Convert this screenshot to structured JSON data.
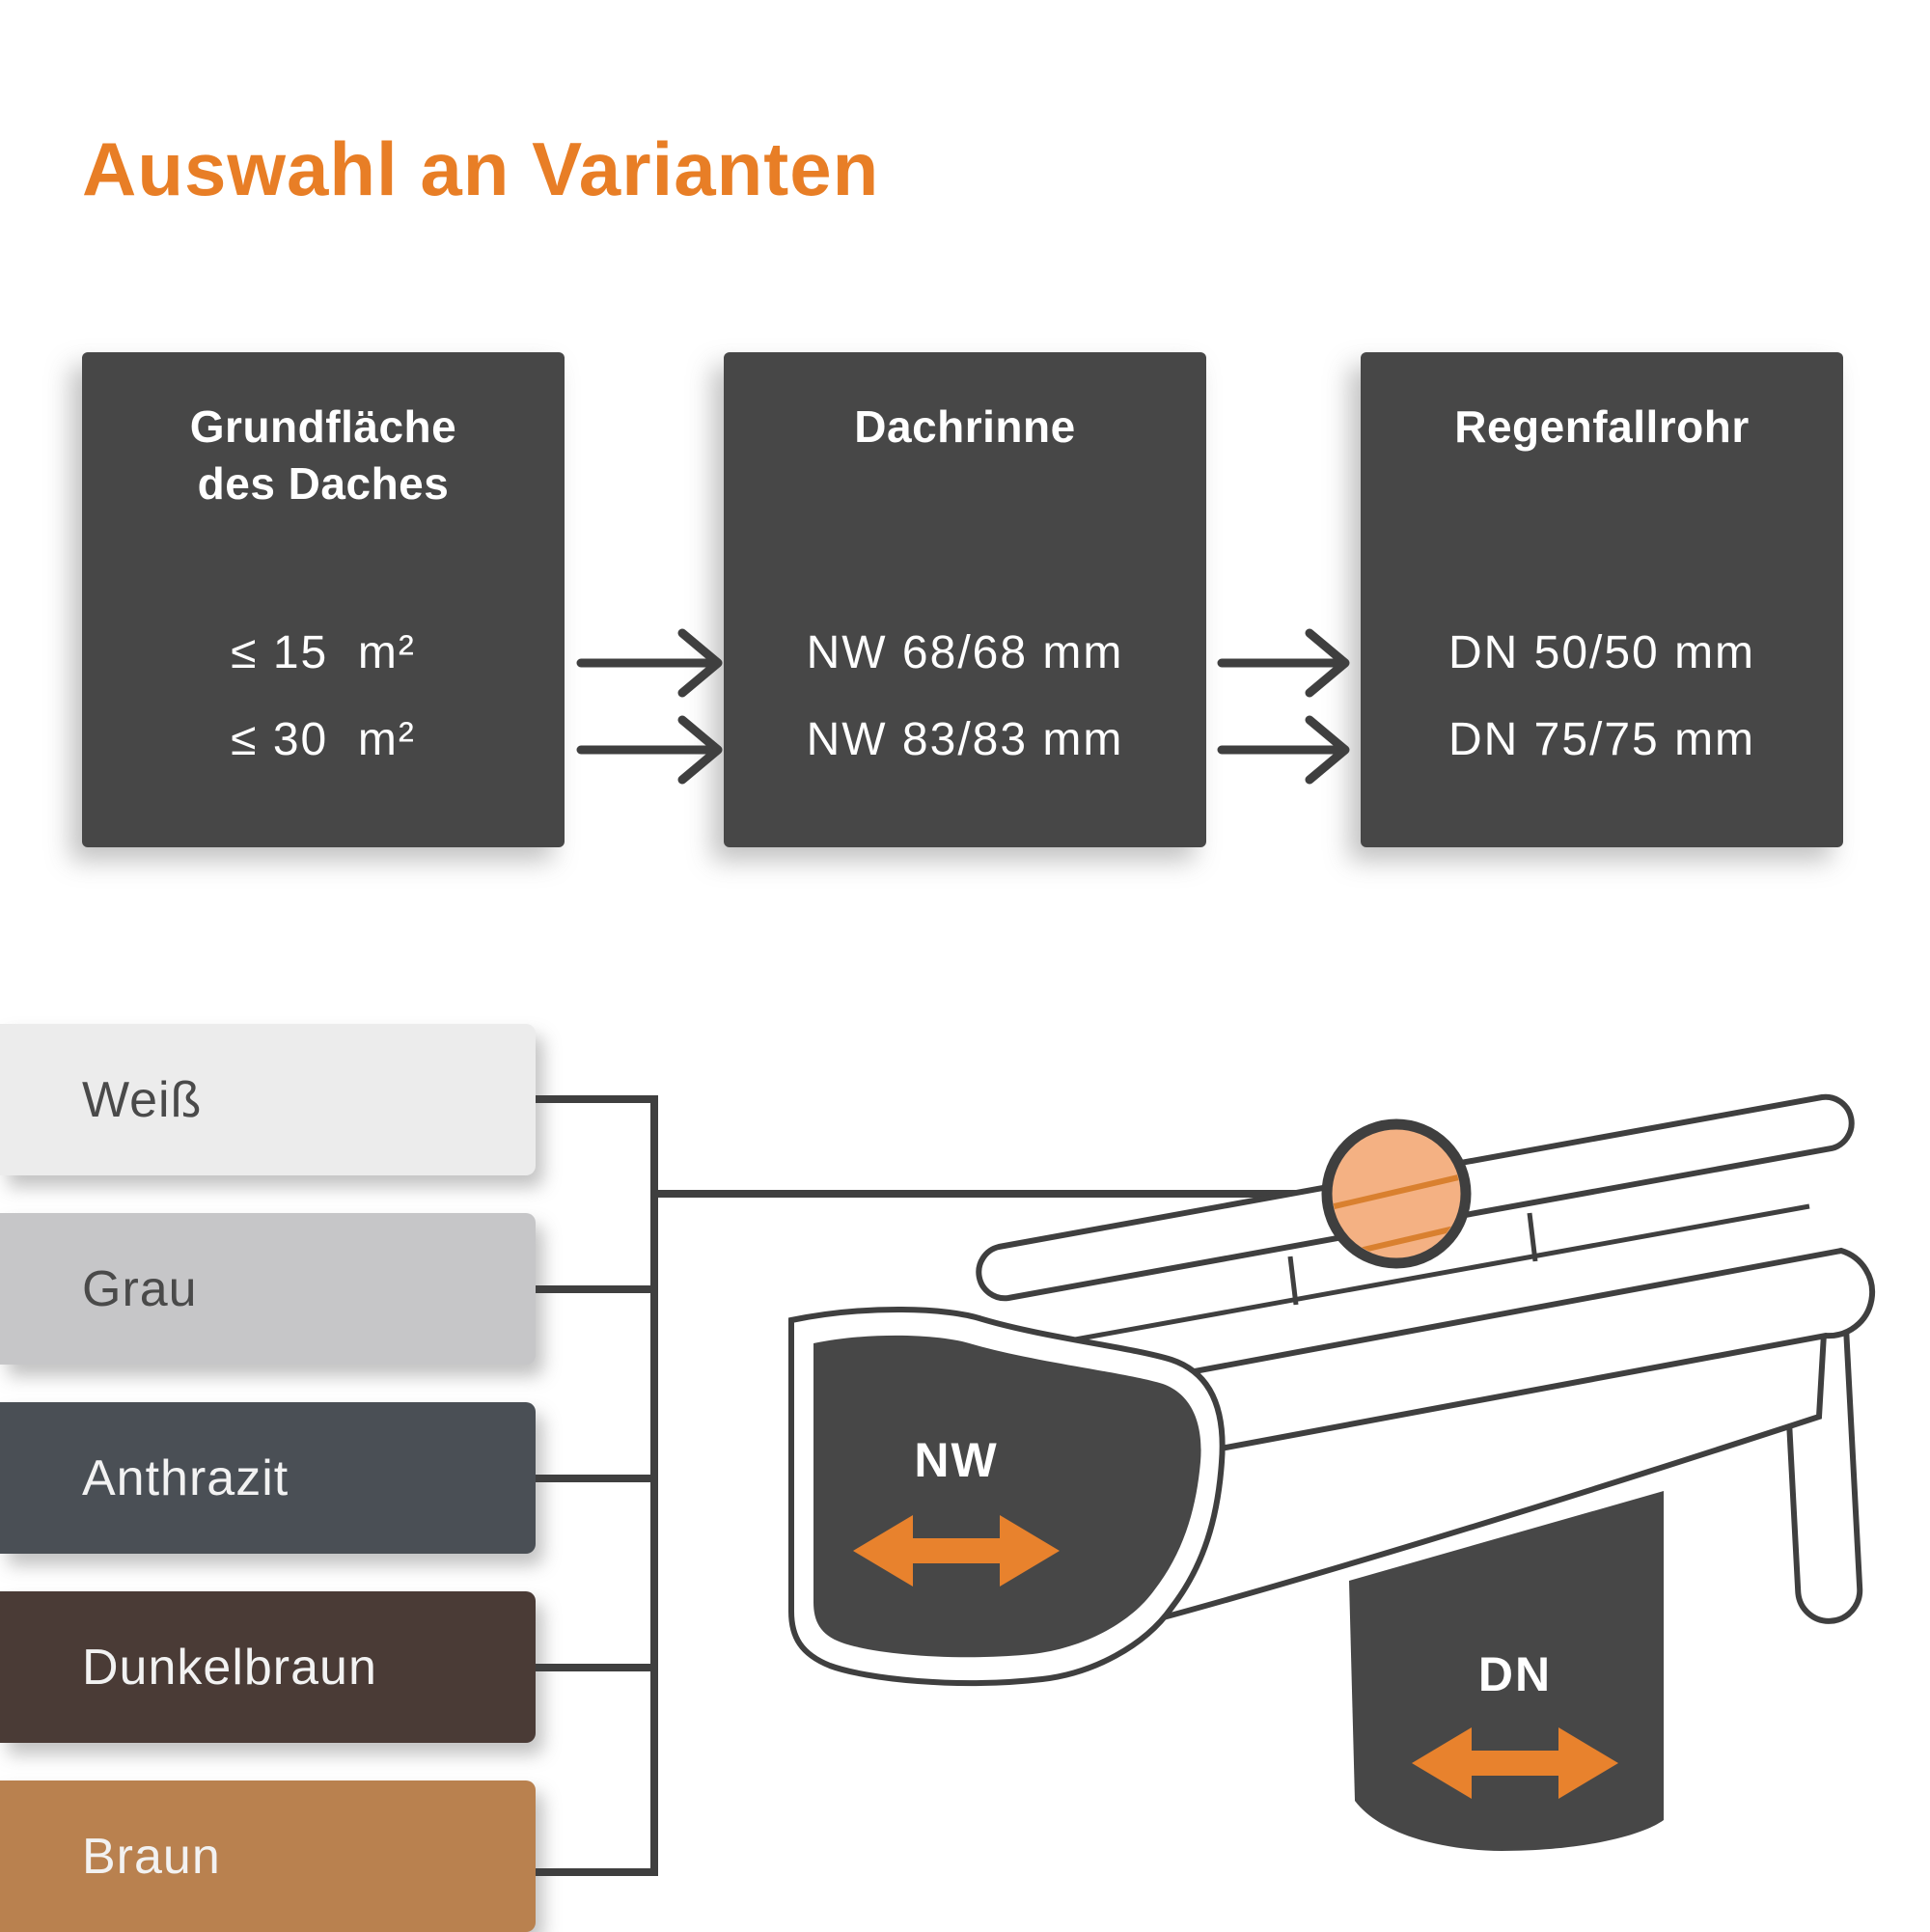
{
  "page": {
    "title": "Auswahl an Varianten",
    "accent_color": "#E87E26",
    "box_color": "#474747",
    "line_color": "#3F3F3F",
    "arrow_color": "#E8822D"
  },
  "flow": {
    "boxes": [
      {
        "title": "Grundfläche des Daches",
        "values": [
          "≤ 15  m²",
          "≤ 30  m²"
        ]
      },
      {
        "title": "Dachrinne",
        "values": [
          "NW 68/68 mm",
          "NW 83/83 mm"
        ]
      },
      {
        "title": "Regenfallrohr",
        "values": [
          "DN 50/50 mm",
          "DN 75/75 mm"
        ]
      }
    ]
  },
  "colors": {
    "items": [
      {
        "label": "Weiß",
        "hex": "#ECECEC",
        "text_color": "#4A4A4A"
      },
      {
        "label": "Grau",
        "hex": "#C6C6C8",
        "text_color": "#4A4A4A"
      },
      {
        "label": "Anthrazit",
        "hex": "#4A4F55",
        "text_color": "#F2F2F2"
      },
      {
        "label": "Dunkelbraun",
        "hex": "#4A3B36",
        "text_color": "#F2F2F2"
      },
      {
        "label": "Braun",
        "hex": "#B9814F",
        "text_color": "#F2F2F2"
      }
    ]
  },
  "diagram": {
    "gutter_label": "NW",
    "downpipe_label": "DN",
    "highlight_color": "#F4B183"
  },
  "icons": {
    "flow_arrow": "right-arrow",
    "nw_width_arrow": "double-headed-horizontal-arrow",
    "dn_width_arrow": "double-headed-horizontal-arrow",
    "magnifier": "highlight-circle"
  }
}
